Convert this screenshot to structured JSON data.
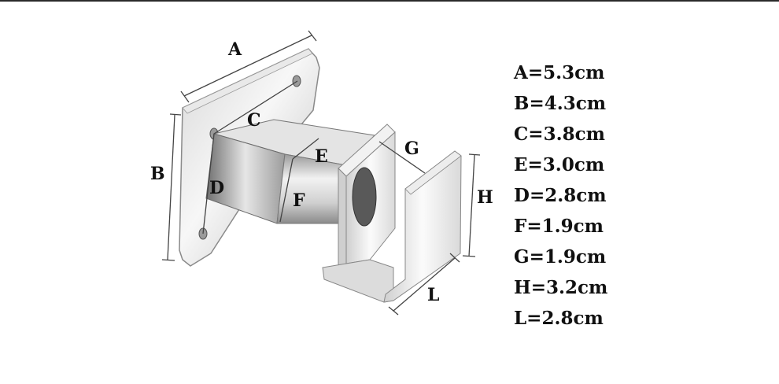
{
  "labels": {
    "A": "A",
    "B": "B",
    "C": "C",
    "D": "D",
    "E": "E",
    "F": "F",
    "G": "G",
    "H": "H",
    "L": "L"
  },
  "specs": [
    "A=5.3cm",
    "B=4.3cm",
    "C=3.8cm",
    "E=3.0cm",
    "D=2.8cm",
    "F=1.9cm",
    "G=1.9cm",
    "H=3.2cm",
    "L=2.8cm"
  ],
  "colors": {
    "metal_light": "#f4f4f4",
    "metal_mid": "#c8c8c8",
    "metal_dark": "#7a7a7a",
    "line": "#444444"
  }
}
